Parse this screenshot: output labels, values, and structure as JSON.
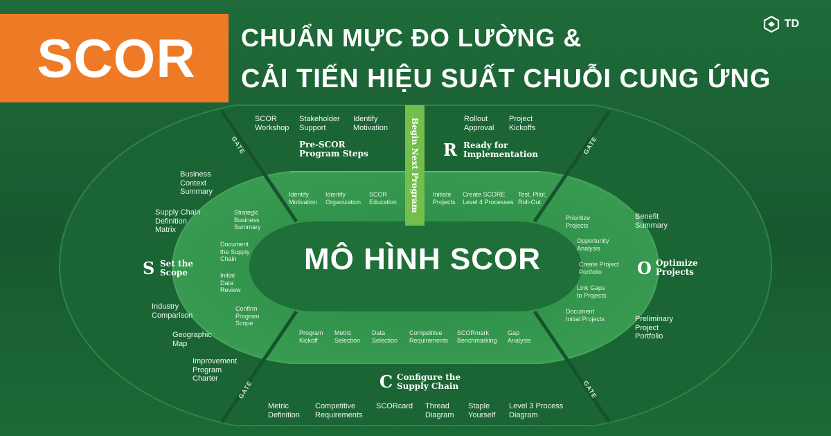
{
  "banner": {
    "label": "SCOR"
  },
  "headline": {
    "line1": "CHUẨN MỰC ĐO LƯỜNG &",
    "line2": "CẢI TIẾN HIỆU SUẤT CHUỖI CUNG ỨNG"
  },
  "brand": {
    "text": "TD"
  },
  "colors": {
    "orange": "#ef7a26",
    "dark_green": "#17592f",
    "mid_green": "#1d6d3a",
    "light_green": "#2f8e4a",
    "lime": "#74bf4b"
  },
  "center_title": "MÔ HÌNH SCOR",
  "begin_next_program": "Begin Next Program",
  "gates": [
    "GATE",
    "GATE",
    "GATE",
    "GATE"
  ],
  "sections": {
    "pre": {
      "title": "Pre-SCOR\nProgram Steps",
      "outer": [
        "SCOR\nWorkshop",
        "Stakeholder\nSupport",
        "Identify\nMotivation"
      ],
      "inner": [
        "Identify\nMotivation",
        "Identify\nOrganization",
        "SCOR\nEducation"
      ]
    },
    "r": {
      "letter": "R",
      "title": "Ready for\nImplementation",
      "outer": [
        "Rollout\nApproval",
        "Project\nKickoffs"
      ],
      "inner": [
        "Initiate\nProjects",
        "Create SCORE\nLevel 4 Processes",
        "Test, Pilot,\nRoll-Out"
      ]
    },
    "s": {
      "letter": "S",
      "title": "Set the\nScope",
      "outer": [
        "Business\nContext\nSummary",
        "Supply Chain\nDefinition\nMatrix",
        "Industry\nComparison",
        "Geographic\nMap",
        "Improvement\nProgram\nCharter"
      ],
      "inner": [
        "Strategic\nBusiness\nSummary",
        "Document\nthe Supply\nChain",
        "Initial\nData\nReview",
        "Confirm\nProgram\nScope"
      ]
    },
    "o": {
      "letter": "O",
      "title": "Optimize\nProjects",
      "outer": [
        "Benefit\nSummary",
        "Preliminary\nProject\nPortfolio"
      ],
      "inner": [
        "Prioritize\nProjects",
        "Opportunity\nAnalysis",
        "Create Project\nPortfolio",
        "Link Gaps\nto Projects",
        "Document\nInitial Projects"
      ]
    },
    "c": {
      "letter": "C",
      "title": "Configure the\nSupply Chain",
      "outer": [
        "Metric\nDefinition",
        "Competitive\nRequirements",
        "SCORcard",
        "Thread\nDiagram",
        "Staple\nYourself",
        "Level 3 Process\nDiagram"
      ],
      "inner": [
        "Program\nKickoff",
        "Metric\nSelection",
        "Data\nSelection",
        "Competitive\nRequirements",
        "SCORmark\nBenchmarking",
        "Gap\nAnalysis"
      ]
    }
  }
}
